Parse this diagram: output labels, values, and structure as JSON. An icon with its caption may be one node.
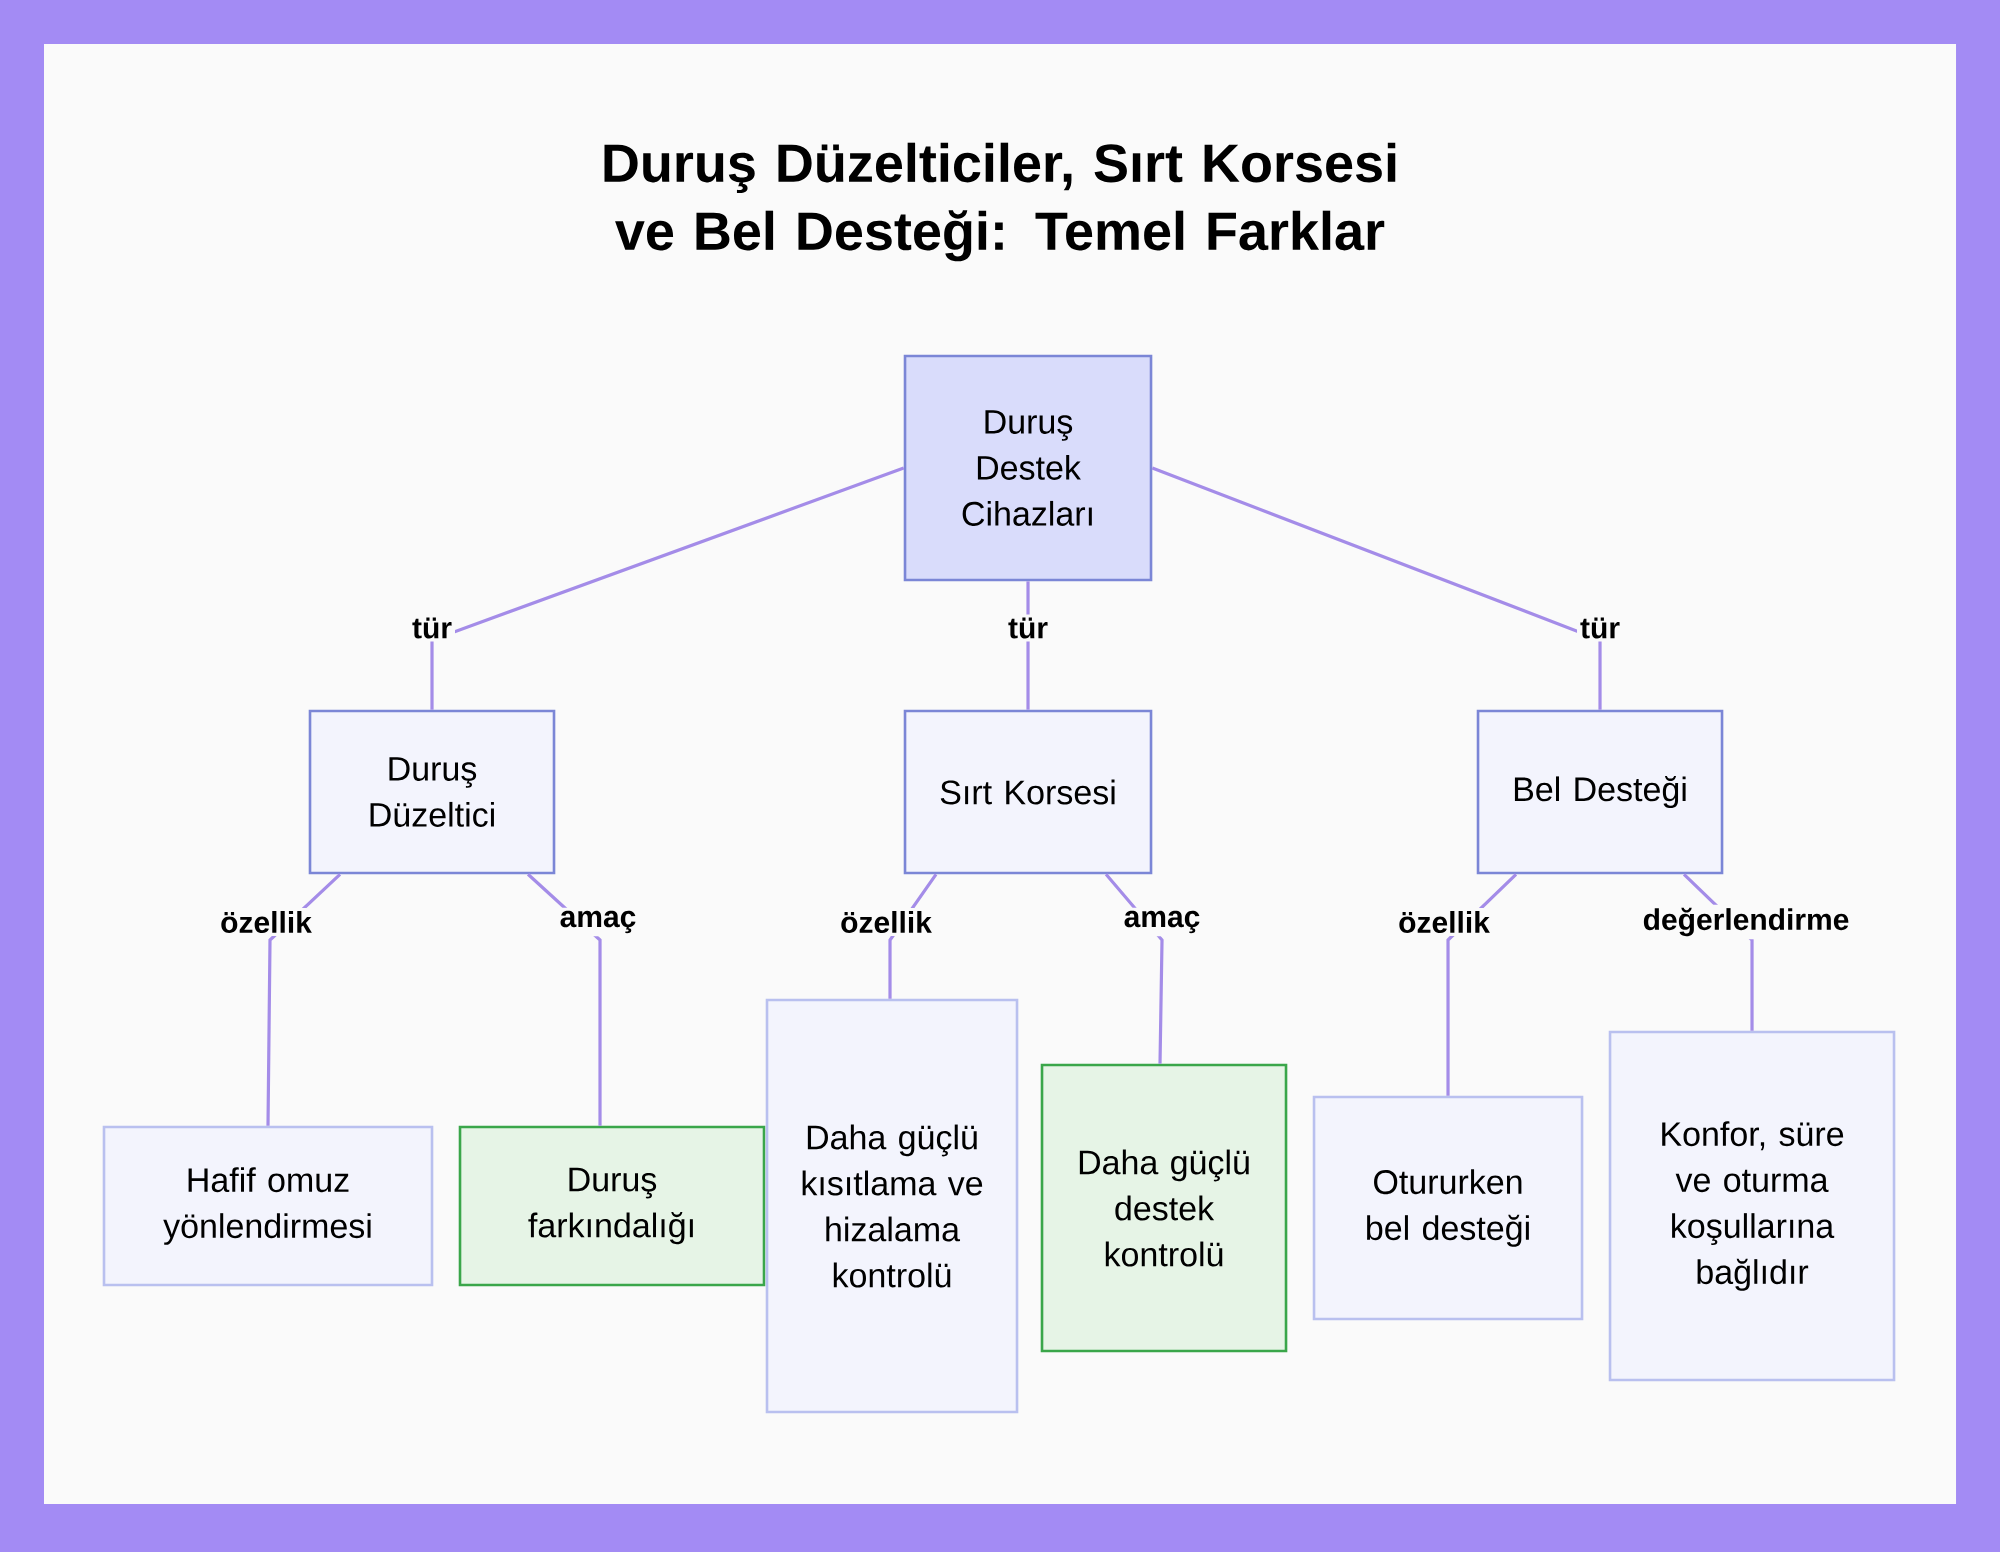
{
  "diagram": {
    "title": "Duruş Düzelticiler, Sırt Korsesi ve Bel Desteği: Temel Farklar",
    "nodes": [
      {
        "text": [
          "Duruş Destek Cihazları"
        ]
      },
      {
        "text": [
          "Duruş Düzeltici"
        ]
      },
      {
        "text": [
          "Sırt Korsesi"
        ]
      },
      {
        "text": [
          "Bel Desteği"
        ]
      },
      {
        "text": [
          "Hafif omuz yönlendirmesi"
        ]
      },
      {
        "text": [
          "Duruş farkındalığı"
        ]
      },
      {
        "text": [
          "Daha güçlü kısıtlama ve hizalama kontrolü"
        ]
      },
      {
        "text": [
          "Daha güçlü destek kontrolü"
        ]
      },
      {
        "text": [
          "Otururken bel desteği"
        ]
      },
      {
        "text": [
          "Konfor, süre ve oturma koşullarına bağlıdır"
        ]
      }
    ],
    "edges": [
      {
        "from": 0,
        "to": 1,
        "arrow": "none",
        "label": "tür"
      },
      {
        "from": 0,
        "to": 2,
        "arrow": "none",
        "label": "tür"
      },
      {
        "from": 0,
        "to": 3,
        "arrow": "none",
        "label": "tür"
      },
      {
        "from": 1,
        "to": 4,
        "arrow": "none",
        "label": "özellik"
      },
      {
        "from": 1,
        "to": 5,
        "arrow": "none",
        "label": "amaç"
      },
      {
        "from": 2,
        "to": 6,
        "arrow": "none",
        "label": "özellik"
      },
      {
        "from": 2,
        "to": 7,
        "arrow": "none",
        "label": "amaç"
      },
      {
        "from": 3,
        "to": 8,
        "arrow": "none",
        "label": "özellik"
      },
      {
        "from": 3,
        "to": 9,
        "arrow": "none",
        "label": "değerlendirme"
      }
    ]
  }
}
